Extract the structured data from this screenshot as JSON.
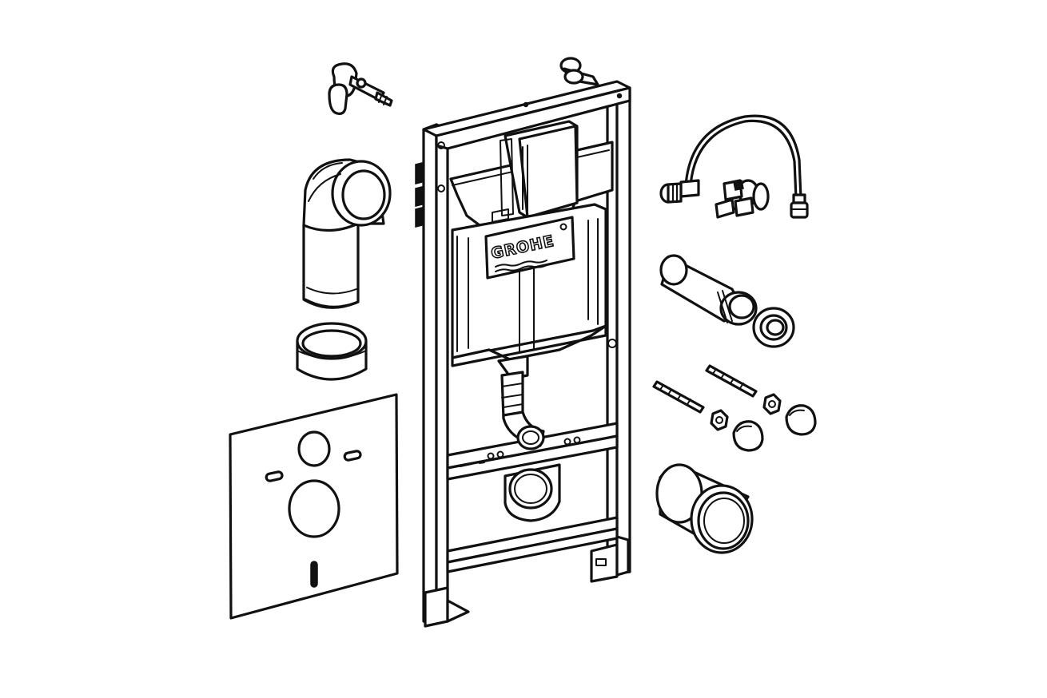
{
  "diagram": {
    "brand_label": "GROHE",
    "components": [
      "wall-bracket-hook",
      "installation-frame",
      "cistern",
      "flush-pipe-bend",
      "pipe-sleeve",
      "soundproofing-mat",
      "supply-hose",
      "angle-valve",
      "connector-pipe",
      "reducer-seal",
      "mounting-studs",
      "nuts",
      "cover-caps",
      "drain-connector"
    ]
  }
}
